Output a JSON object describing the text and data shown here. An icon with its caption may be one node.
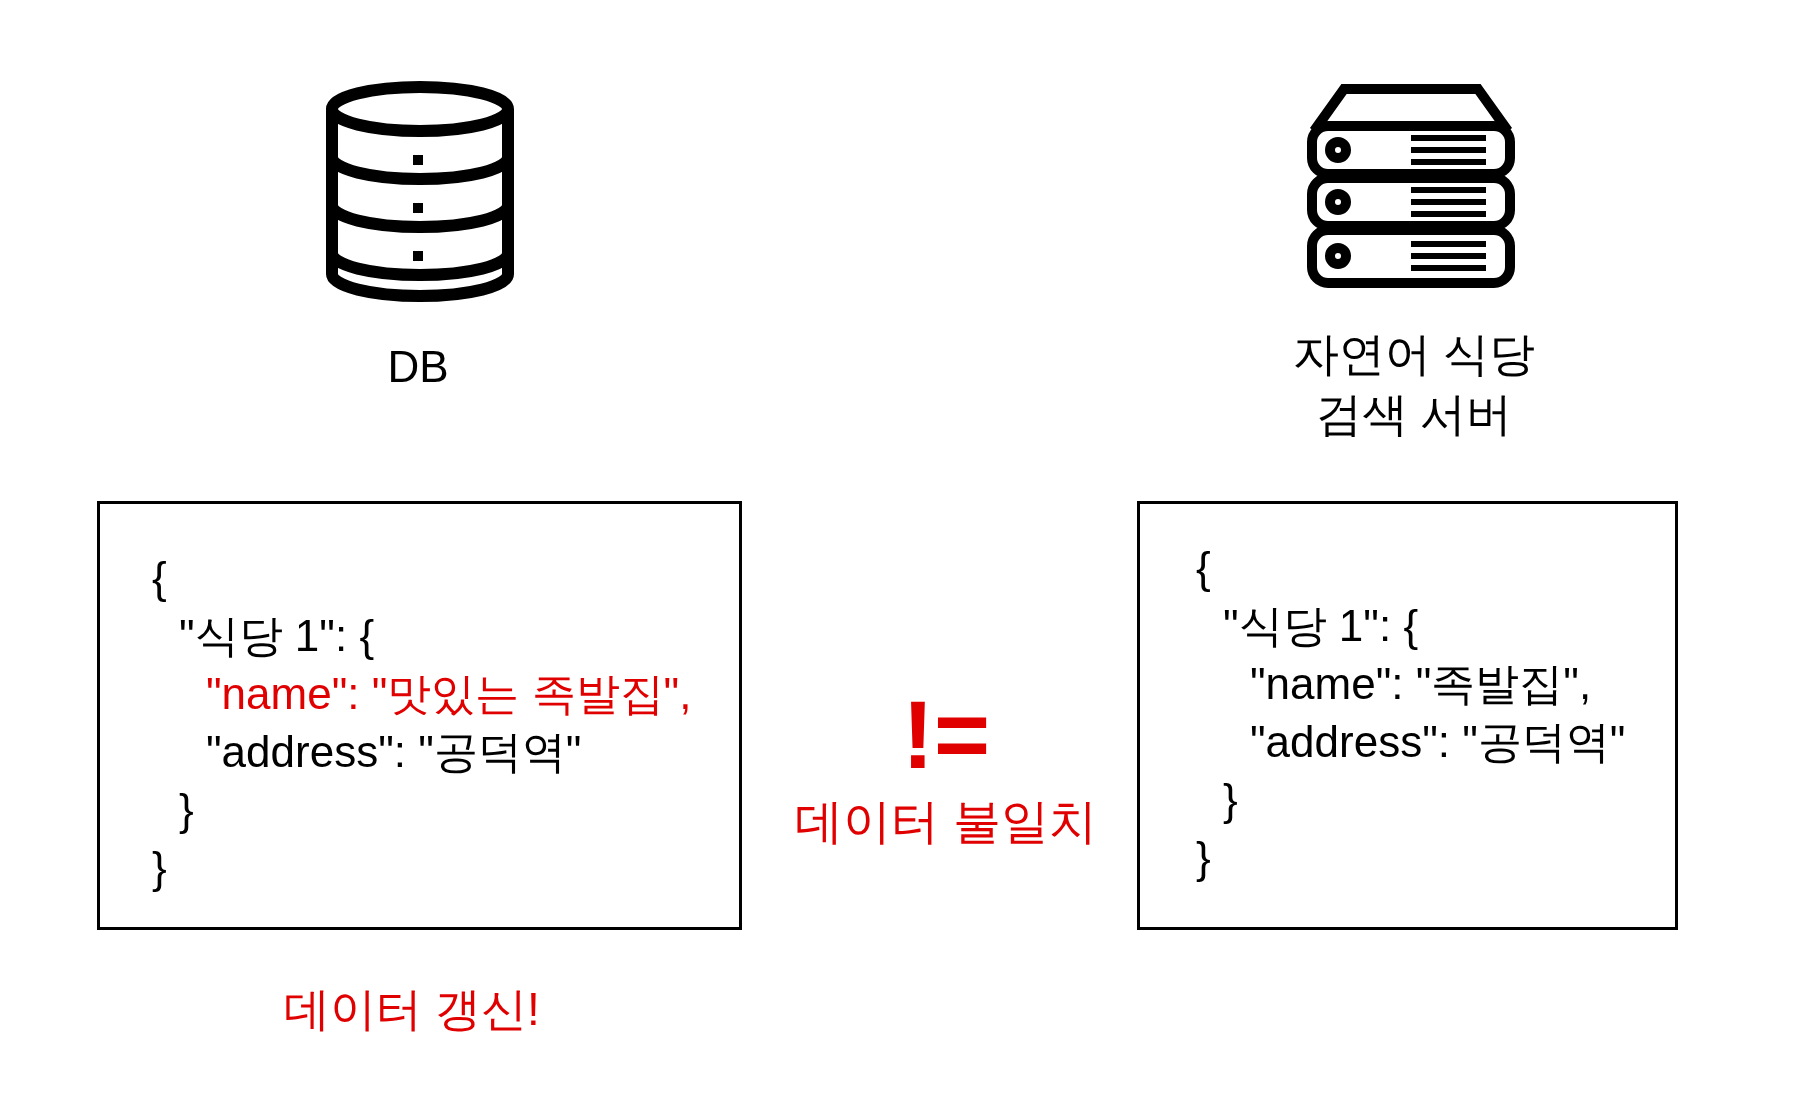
{
  "diagram": {
    "nodes": [
      {
        "text": [
          "{",
          "\"식당 1\": {",
          "\"name\": \"맛있는 족발집\",",
          "\"address\": \"공덕역\"",
          "}",
          "}"
        ],
        "beside": [
          "데이터 갱신!"
        ]
      },
      {
        "text": [
          "{",
          "\"식당 1\": {",
          "\"name\": \"족발집\",",
          "\"address\": \"공덕역\"",
          "}",
          "}"
        ]
      }
    ],
    "edges": [],
    "labels": [
      "DB",
      "자연어 식당 검색 서버",
      "!=",
      "데이터 불일치"
    ]
  }
}
